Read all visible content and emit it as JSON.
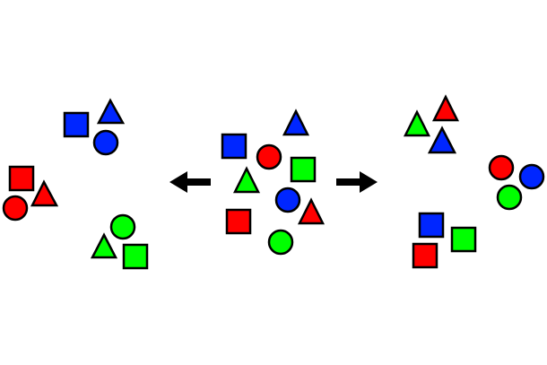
{
  "colors": {
    "red": "#ff0000",
    "green": "#00ff00",
    "blue": "#0026ff",
    "outline": "#000000",
    "arrow": "#000000",
    "background": "#ffffff"
  },
  "diagram": {
    "description_groups": [
      "grouped-by-color",
      "mixed",
      "grouped-by-shape"
    ],
    "arrows": [
      "left",
      "right"
    ]
  }
}
